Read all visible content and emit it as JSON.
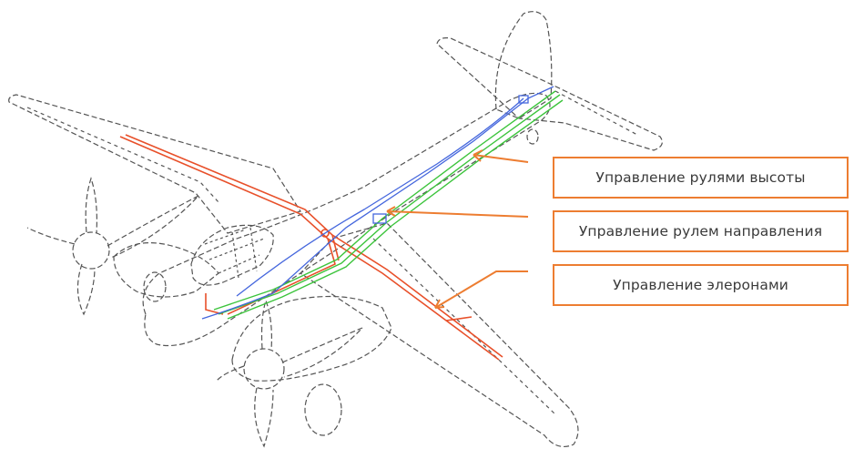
{
  "labels": {
    "elevator": "Управление рулями высоты",
    "rudder": "Управление рулем направления",
    "aileron": "Управление элеронами"
  },
  "colors": {
    "outline": "#555555",
    "callout": "#ED7D31",
    "elevator_line": "#3cc43c",
    "rudder_line": "#4466dd",
    "aileron_line": "#e8502a"
  }
}
